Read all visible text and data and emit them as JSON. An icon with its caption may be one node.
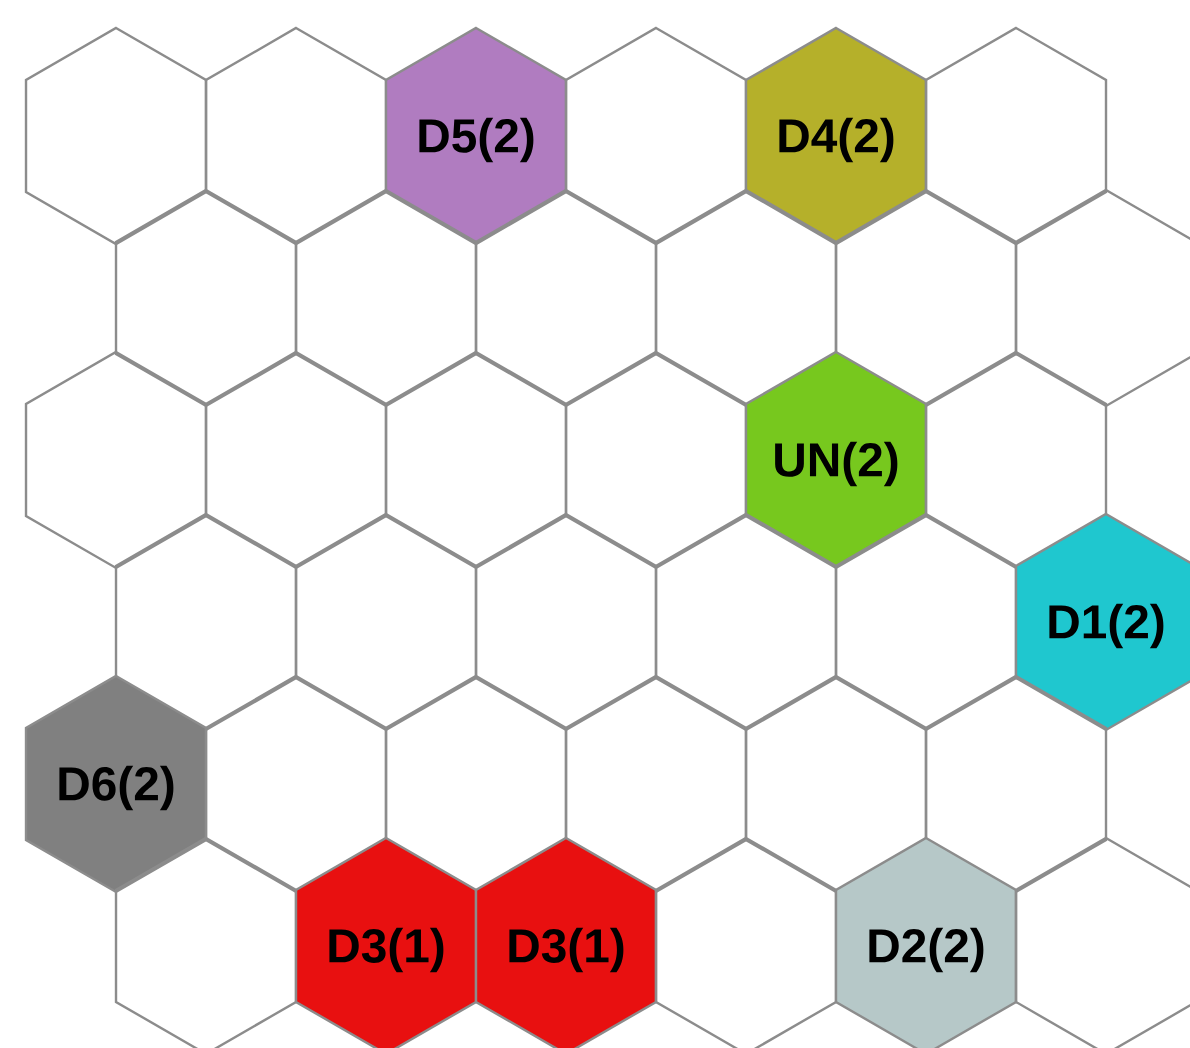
{
  "diagram": {
    "nodes": [
      {
        "text": [],
        "shape": "hexagon"
      },
      {
        "text": [],
        "shape": "hexagon"
      },
      {
        "text": [
          "D5(2)"
        ]
      },
      {
        "text": [],
        "shape": "hexagon"
      },
      {
        "text": [
          "D4(2)"
        ]
      },
      {
        "text": [],
        "shape": "hexagon"
      },
      {
        "text": [],
        "shape": "hexagon"
      },
      {
        "text": [],
        "shape": "hexagon"
      },
      {
        "text": [],
        "shape": "hexagon"
      },
      {
        "text": [],
        "shape": "hexagon"
      },
      {
        "text": [],
        "shape": "hexagon"
      },
      {
        "text": [],
        "shape": "hexagon"
      },
      {
        "text": [],
        "shape": "hexagon"
      },
      {
        "text": [],
        "shape": "hexagon"
      },
      {
        "text": [],
        "shape": "hexagon"
      },
      {
        "text": [],
        "shape": "hexagon"
      },
      {
        "text": [
          "UN(2)"
        ]
      },
      {
        "text": [],
        "shape": "hexagon"
      },
      {
        "text": [],
        "shape": "hexagon"
      },
      {
        "text": [],
        "shape": "hexagon"
      },
      {
        "text": [],
        "shape": "hexagon"
      },
      {
        "text": [],
        "shape": "hexagon"
      },
      {
        "text": [],
        "shape": "hexagon"
      },
      {
        "text": [
          "D1(2)"
        ]
      },
      {
        "text": [
          "D6(2)"
        ]
      },
      {
        "text": [],
        "shape": "hexagon"
      },
      {
        "text": [],
        "shape": "hexagon"
      },
      {
        "text": [],
        "shape": "hexagon"
      },
      {
        "text": [],
        "shape": "hexagon"
      },
      {
        "text": [],
        "shape": "hexagon"
      },
      {
        "text": [],
        "shape": "hexagon"
      },
      {
        "text": [
          "D3(1)"
        ]
      },
      {
        "text": [
          "D3(1)"
        ]
      },
      {
        "text": [],
        "shape": "hexagon"
      },
      {
        "text": [
          "D2(2)"
        ]
      },
      {
        "text": [],
        "shape": "hexagon"
      }
    ]
  }
}
